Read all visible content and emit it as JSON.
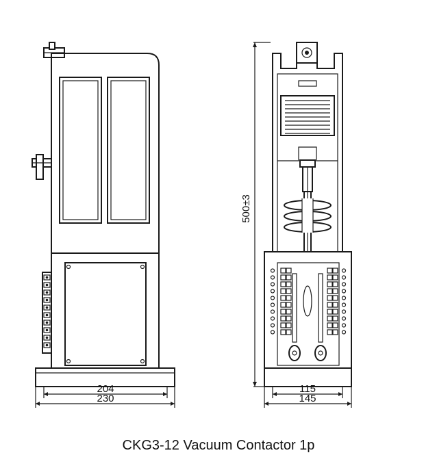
{
  "caption": "CKG3-12 Vacuum Contactor 1p",
  "dimensions": {
    "front_inner_width": "204",
    "front_outer_width": "230",
    "side_inner_width": "115",
    "side_outer_width": "145",
    "height": "500±3"
  }
}
